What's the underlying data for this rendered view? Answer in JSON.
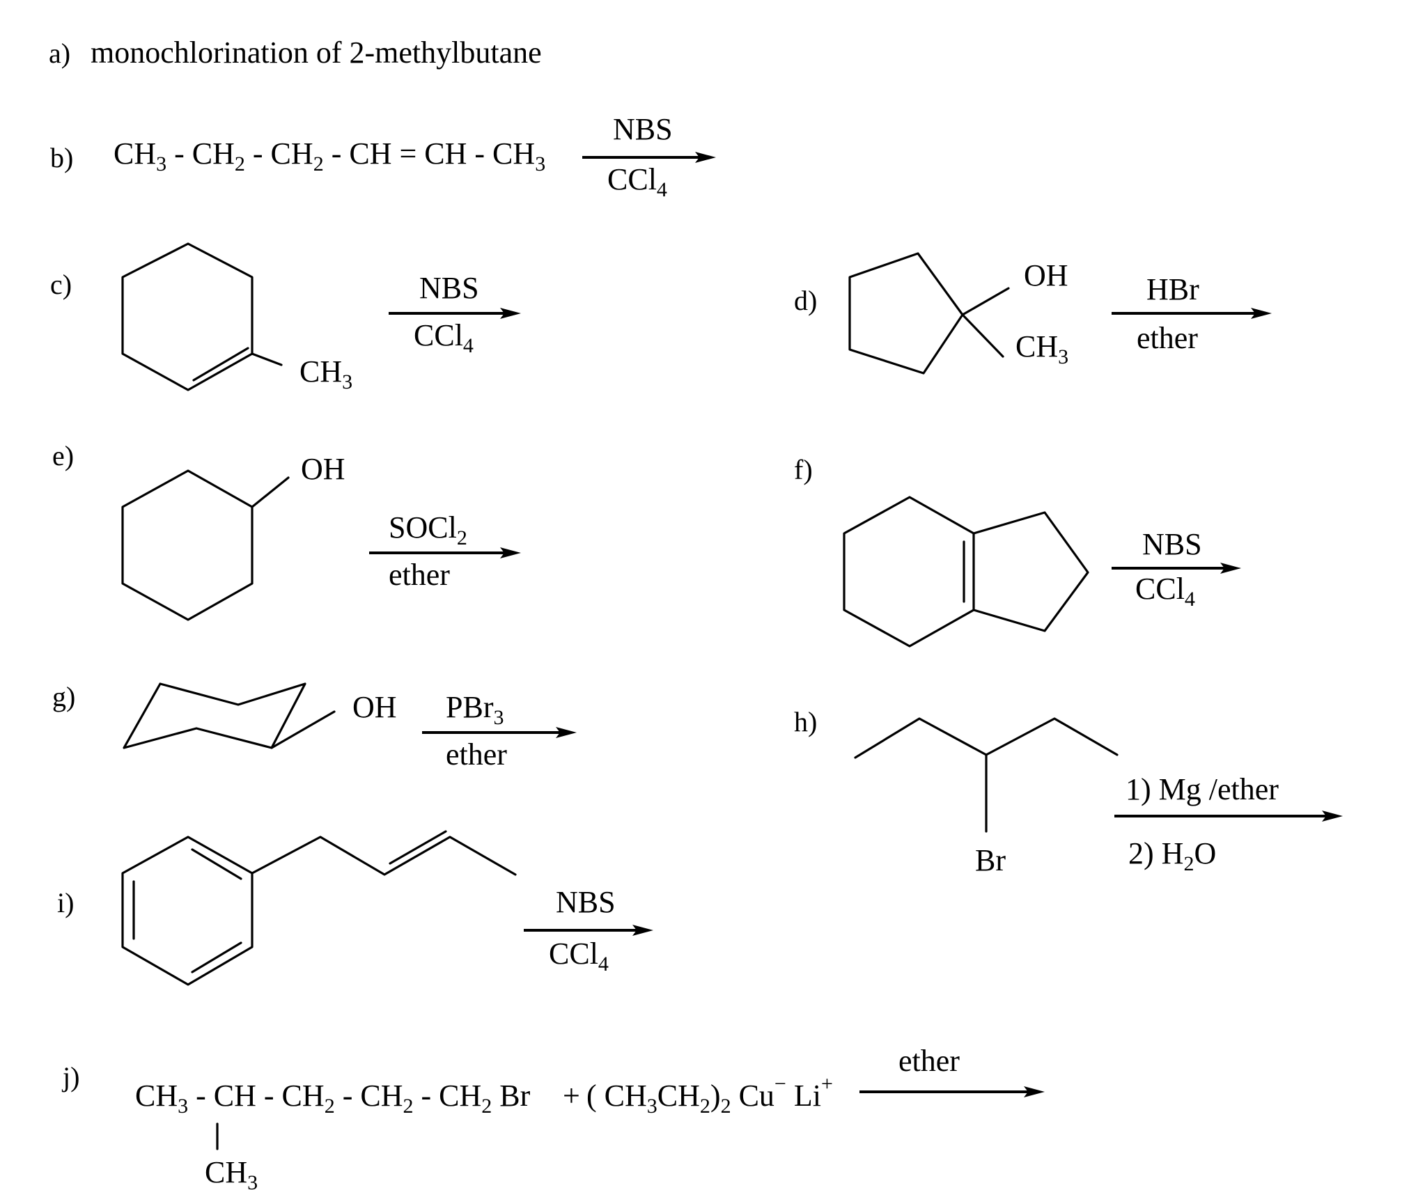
{
  "problems": {
    "a": {
      "label": "a)",
      "text": "monochlorination of 2-methylbutane"
    },
    "b": {
      "label": "b)",
      "formula": [
        "CH",
        "3",
        " - CH",
        "2",
        " - CH",
        "2",
        " - CH = CH - CH",
        "3"
      ],
      "reagent_top": "NBS",
      "reagent_bottom": [
        "CCl",
        "4"
      ]
    },
    "c": {
      "label": "c)",
      "substituent": [
        "CH",
        "3"
      ],
      "reagent_top": "NBS",
      "reagent_bottom": [
        "CCl",
        "4"
      ]
    },
    "d": {
      "label": "d)",
      "substituent_top": "OH",
      "substituent_bottom": [
        "CH",
        "3"
      ],
      "reagent_top": "HBr",
      "reagent_bottom": "ether"
    },
    "e": {
      "label": "e)",
      "substituent": "OH",
      "reagent_top": [
        "SOCl",
        "2"
      ],
      "reagent_bottom": "ether"
    },
    "f": {
      "label": "f)",
      "reagent_top": "NBS",
      "reagent_bottom": [
        "CCl",
        "4"
      ]
    },
    "g": {
      "label": "g)",
      "substituent": "OH",
      "reagent_top": [
        "PBr",
        "3"
      ],
      "reagent_bottom": "ether"
    },
    "h": {
      "label": "h)",
      "substituent": "Br",
      "reagent_top": "1) Mg /ether",
      "reagent_bottom": [
        "2) H",
        "2",
        "O"
      ]
    },
    "i": {
      "label": "i)",
      "reagent_top": "NBS",
      "reagent_bottom": [
        "CCl",
        "4"
      ]
    },
    "j": {
      "label": "j)",
      "formula": [
        "CH",
        "3",
        " - CH - CH",
        "2",
        " - CH",
        "2",
        " - CH",
        "2",
        " Br"
      ],
      "plus": "+",
      "reagent2": [
        "( CH",
        "3",
        "CH",
        "2",
        ")",
        "2",
        " Cu",
        "−",
        " Li",
        "+"
      ],
      "branch": [
        "CH",
        "3"
      ],
      "reagent_top": "ether"
    }
  }
}
